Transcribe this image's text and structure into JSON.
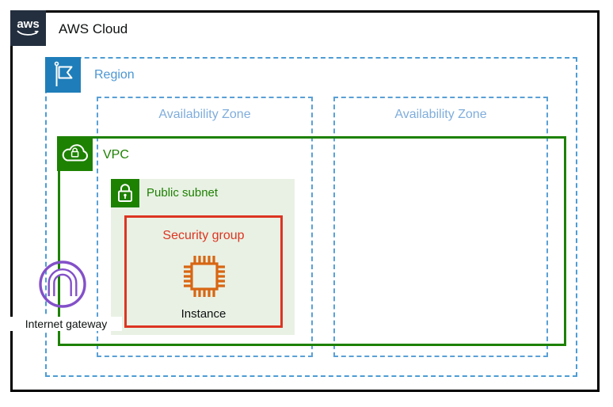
{
  "diagram": {
    "aws_logo_text": "aws",
    "aws_cloud_label": "AWS Cloud",
    "region_label": "Region",
    "availability_zones": [
      {
        "label": "Availability Zone"
      },
      {
        "label": "Availability Zone"
      }
    ],
    "vpc_label": "VPC",
    "public_subnet_label": "Public subnet",
    "security_group_label": "Security group",
    "instance_label": "Instance",
    "internet_gateway_label": "Internet gateway"
  },
  "icons": {
    "aws_logo": "aws-smile-logo",
    "region": "flag-icon",
    "vpc": "cloud-lock-icon",
    "public_subnet": "padlock-icon",
    "instance": "chip-icon",
    "internet_gateway": "arch-gateway-icon"
  },
  "colors": {
    "outer_border": "#000000",
    "aws_logo_bg": "#232F3E",
    "region_icon_bg": "#1F7EB9",
    "region_dash": "#4D9CD4",
    "region_text": "#4C96D2",
    "az_dash": "#5AA0D6",
    "az_text": "#7FADDB",
    "vpc_green": "#1D8102",
    "subnet_fill": "#E9F1E4",
    "security_red": "#DD3522",
    "instance_orange": "#D86613",
    "gateway_purple": "#8350C8",
    "text_black": "#0F1111"
  }
}
